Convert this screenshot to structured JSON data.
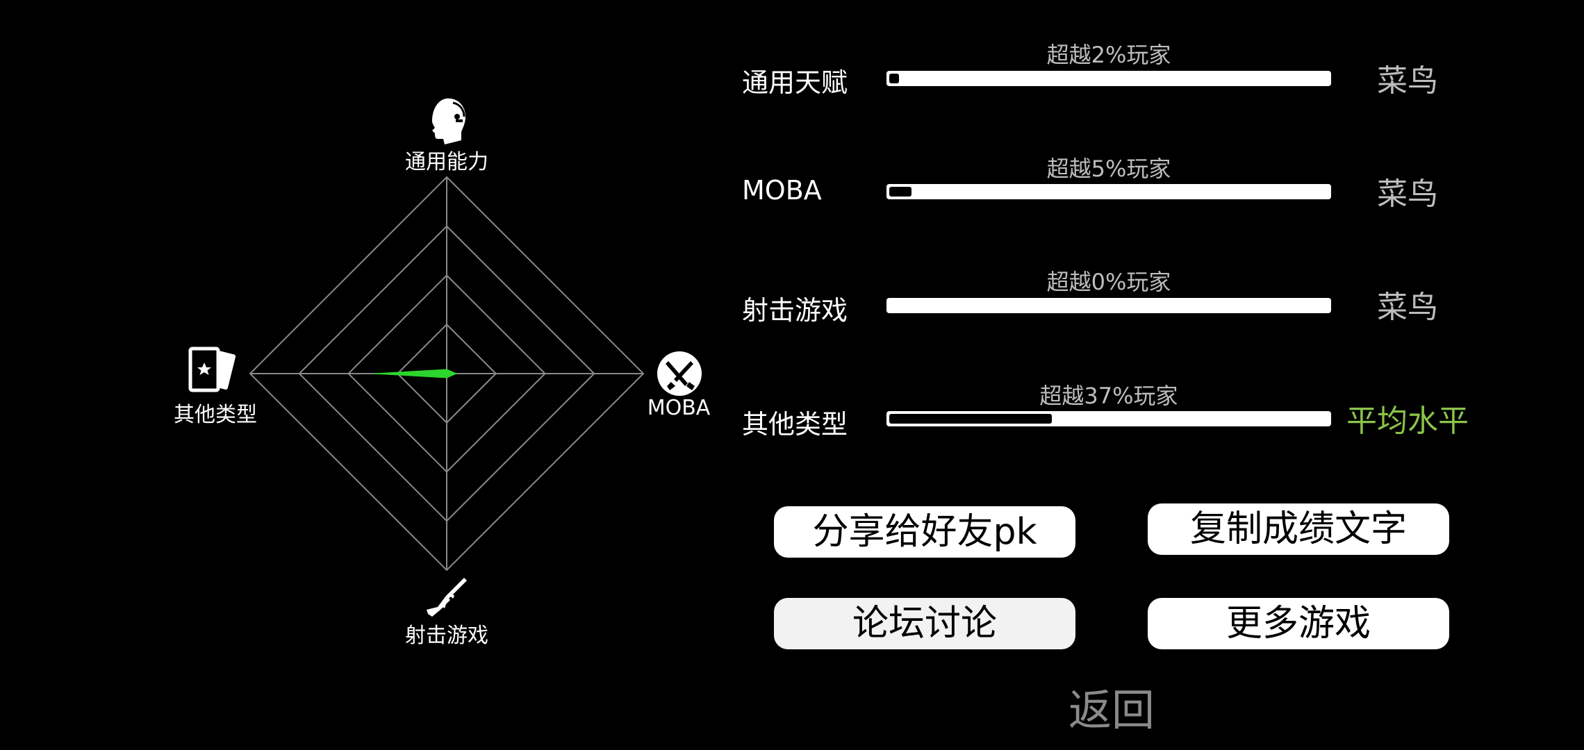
{
  "radar": {
    "axes": [
      {
        "key": "top",
        "label": "通用能力",
        "icon": "head-profile-icon"
      },
      {
        "key": "right",
        "label": "MOBA",
        "icon": "crossed-swords-icon"
      },
      {
        "key": "bottom",
        "label": "射击游戏",
        "icon": "rifle-icon"
      },
      {
        "key": "left",
        "label": "其他类型",
        "icon": "star-cards-icon"
      }
    ],
    "values": {
      "top": 0.02,
      "right": 0.05,
      "bottom": 0.0,
      "left": 0.37
    },
    "fill_color": "#2dd62d",
    "grid_color": "#8a8a8a"
  },
  "stats": [
    {
      "name": "通用天赋",
      "percent_text": "超越2%玩家",
      "percent": 2,
      "rank": "菜鸟",
      "rank_color": "#bdbdbd"
    },
    {
      "name": "MOBA",
      "percent_text": "超越5%玩家",
      "percent": 5,
      "rank": "菜鸟",
      "rank_color": "#bdbdbd"
    },
    {
      "name": "射击游戏",
      "percent_text": "超越0%玩家",
      "percent": 0,
      "rank": "菜鸟",
      "rank_color": "#bdbdbd"
    },
    {
      "name": "其他类型",
      "percent_text": "超越37%玩家",
      "percent": 37,
      "rank": "平均水平",
      "rank_color": "#8bc34a"
    }
  ],
  "buttons": {
    "share": "分享给好友pk",
    "copy": "复制成绩文字",
    "forum": "论坛讨论",
    "more": "更多游戏"
  },
  "back_label": "返回"
}
